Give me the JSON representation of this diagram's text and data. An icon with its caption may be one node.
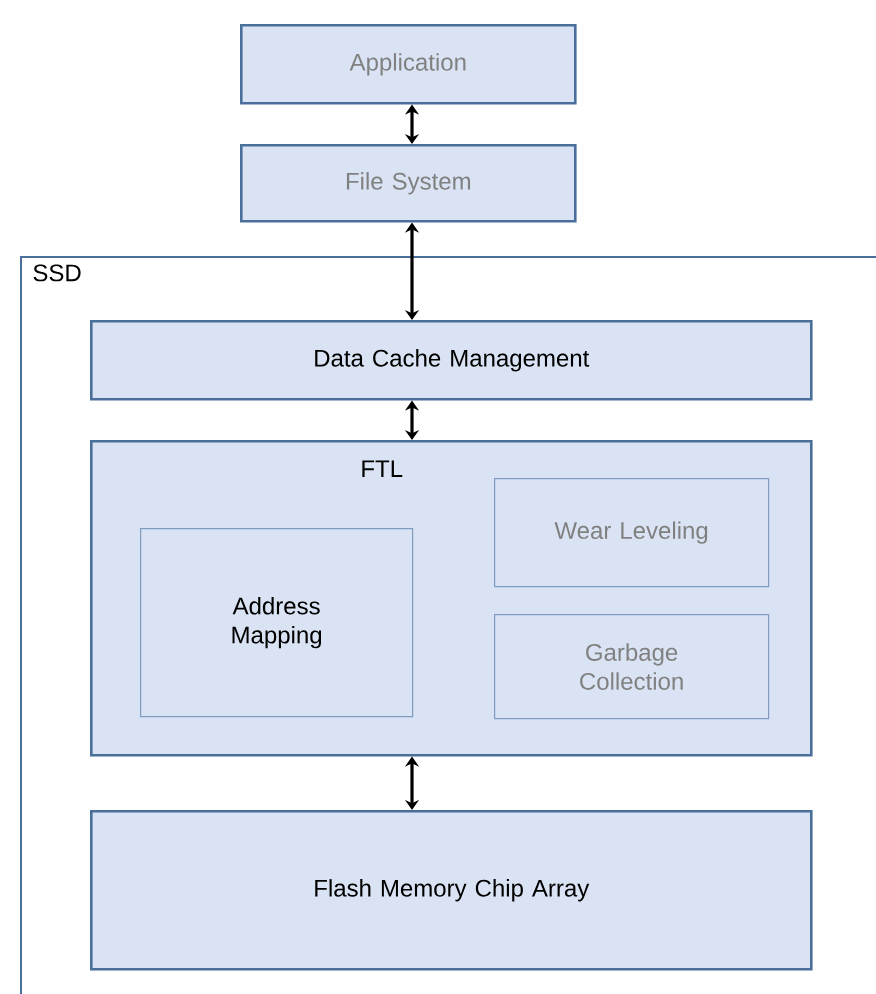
{
  "diagram": {
    "nodes": [
      {
        "text": [
          "Application"
        ]
      },
      {
        "text": [
          "File System"
        ]
      },
      {
        "text": [
          "SSD"
        ]
      },
      {
        "text": [
          "Data Cache Management"
        ],
        "in": 2
      },
      {
        "text": [
          "FTL"
        ],
        "in": 2
      },
      {
        "text": [
          "Address Mapping"
        ],
        "in": 4
      },
      {
        "text": [
          "Wear Leveling"
        ],
        "in": 4
      },
      {
        "text": [
          "Garbage Collection"
        ],
        "in": 4
      },
      {
        "text": [
          "Flash Memory Chip Array"
        ],
        "in": 2
      }
    ],
    "edges": [
      {
        "from": 0,
        "to": 1,
        "arrow": "both"
      },
      {
        "from": 1,
        "to": 3,
        "arrow": "both"
      },
      {
        "from": 3,
        "to": 4,
        "arrow": "both"
      },
      {
        "from": 4,
        "to": 8,
        "arrow": "both"
      }
    ]
  }
}
